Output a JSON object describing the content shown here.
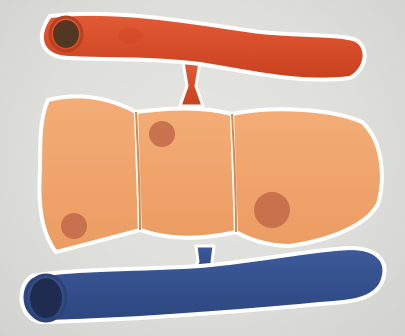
{
  "diagram": {
    "elements": [
      {
        "name": "artery",
        "color": "#d94a2b"
      },
      {
        "name": "artery-lumen",
        "color": "#3a3320"
      },
      {
        "name": "cell-cluster",
        "color": "#f0a46c"
      },
      {
        "name": "nucleus",
        "color": "#c46c4a"
      },
      {
        "name": "vein",
        "color": "#33508f"
      },
      {
        "name": "vein-lumen",
        "color": "#1f2b4f"
      }
    ]
  }
}
